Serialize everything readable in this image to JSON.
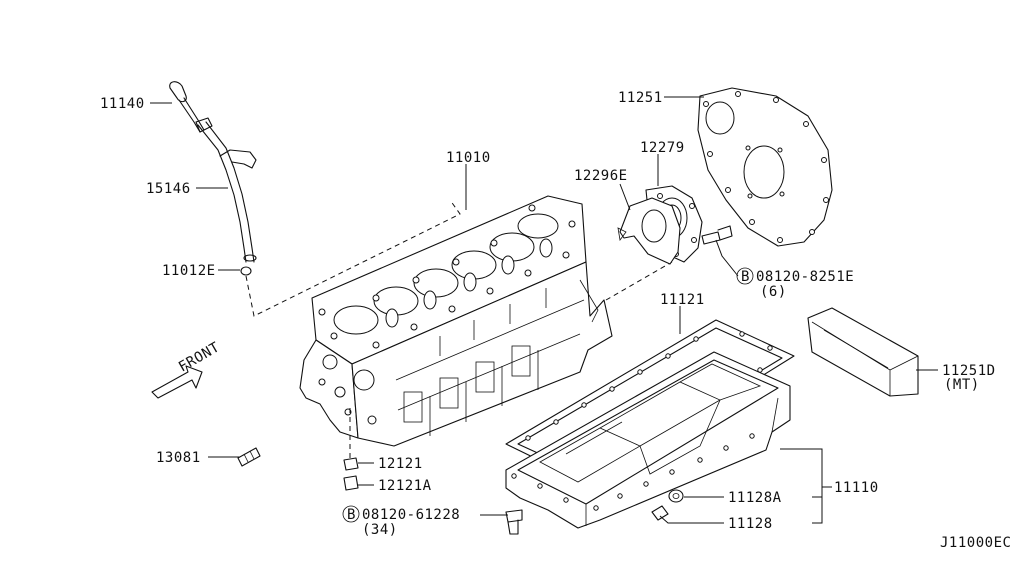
{
  "diagram_code": "J11000EC",
  "front_label": "FRONT",
  "bolt_symbol": "B",
  "parts": {
    "dipstick": "11140",
    "dipstick_tube": "15146",
    "oring": "11012E",
    "cylinder_block": "11010",
    "plate": "11251",
    "rear_seal": "12279",
    "seal_gasket": "12296E",
    "bolt_top": {
      "number": "08120-8251E",
      "qty": "(6)"
    },
    "pan_gasket": "11121",
    "baffle": {
      "number": "11251D",
      "note": "(MT)"
    },
    "stud": "13081",
    "bearing_cap_bolt": "12121",
    "bearing_cap_washer": "12121A",
    "bolt_bottom": {
      "number": "08120-61228",
      "qty": "(34)"
    },
    "drain_washer": "11128A",
    "drain_plug": "11128",
    "oil_pan": "11110"
  }
}
